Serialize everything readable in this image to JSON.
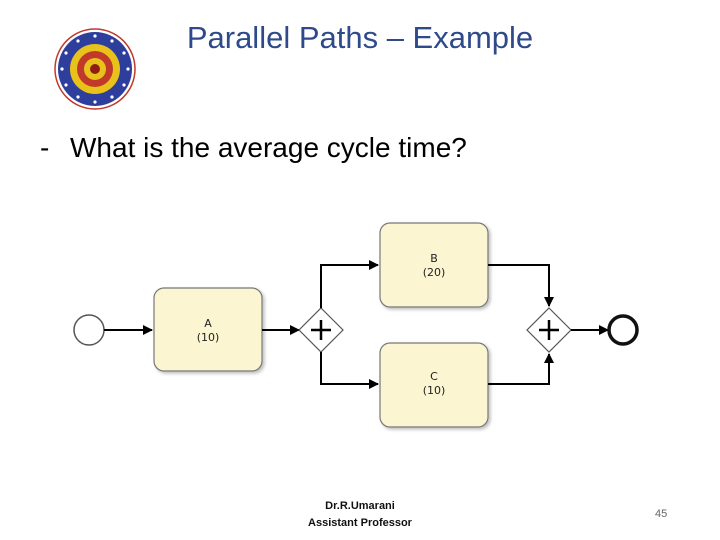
{
  "slide": {
    "title": "Parallel Paths – Example",
    "bullet_dash": "-",
    "bullet_text": "What is the average cycle time?",
    "footer_name": "Dr.R.Umarani",
    "footer_role": "Assistant Professor",
    "page_number": "45"
  },
  "diagram": {
    "tasks": {
      "a": {
        "name": "A",
        "duration": "(10)"
      },
      "b": {
        "name": "B",
        "duration": "(20)"
      },
      "c": {
        "name": "C",
        "duration": "(10)"
      }
    },
    "colors": {
      "task_fill": "#fbf5d2",
      "task_stroke": "#777777",
      "line": "#000000"
    }
  },
  "logo": {
    "icon": "institute-seal-icon",
    "colors": [
      "#2e3e9c",
      "#e8c21a",
      "#c0392b"
    ]
  }
}
